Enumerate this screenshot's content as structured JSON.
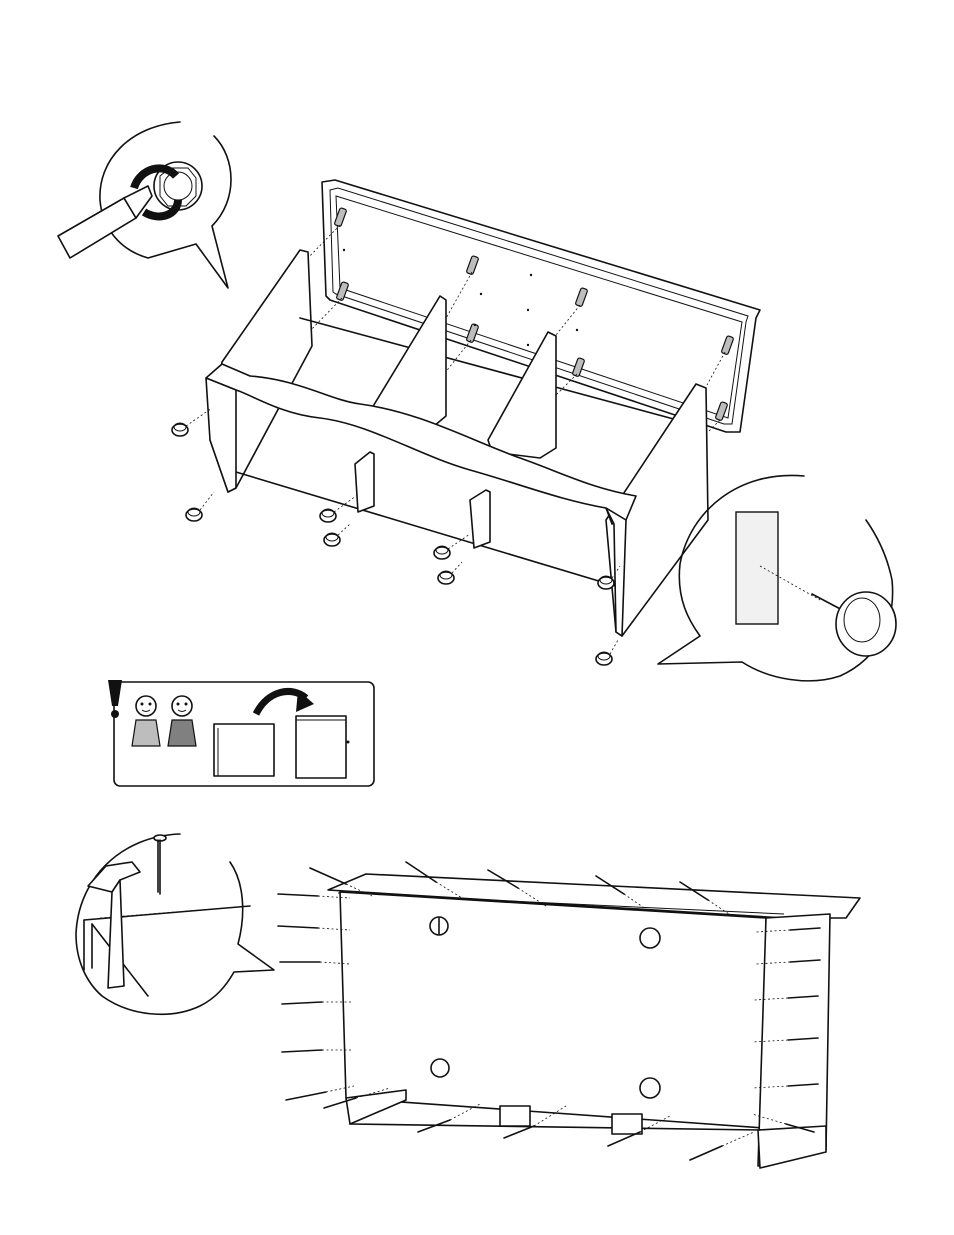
{
  "page": {
    "background": "#ffffff",
    "line_color": "#111111",
    "fill_light": "#bdbdbd",
    "fill_dark": "#808080"
  },
  "steps": [
    {
      "name": "attach-back-panel-and-feet",
      "icons": [
        "screwdriver-icon",
        "cam-lock-icon",
        "dowel-icon",
        "furniture-foot-icon",
        "nail-icon"
      ]
    },
    {
      "name": "turn-unit-with-two-people",
      "icons": [
        "warning-exclamation-icon",
        "person-icon",
        "rotate-arrow-icon",
        "cabinet-icon"
      ]
    },
    {
      "name": "nail-back-panel",
      "icons": [
        "hammer-icon",
        "nail-icon",
        "screw-icon"
      ]
    }
  ]
}
